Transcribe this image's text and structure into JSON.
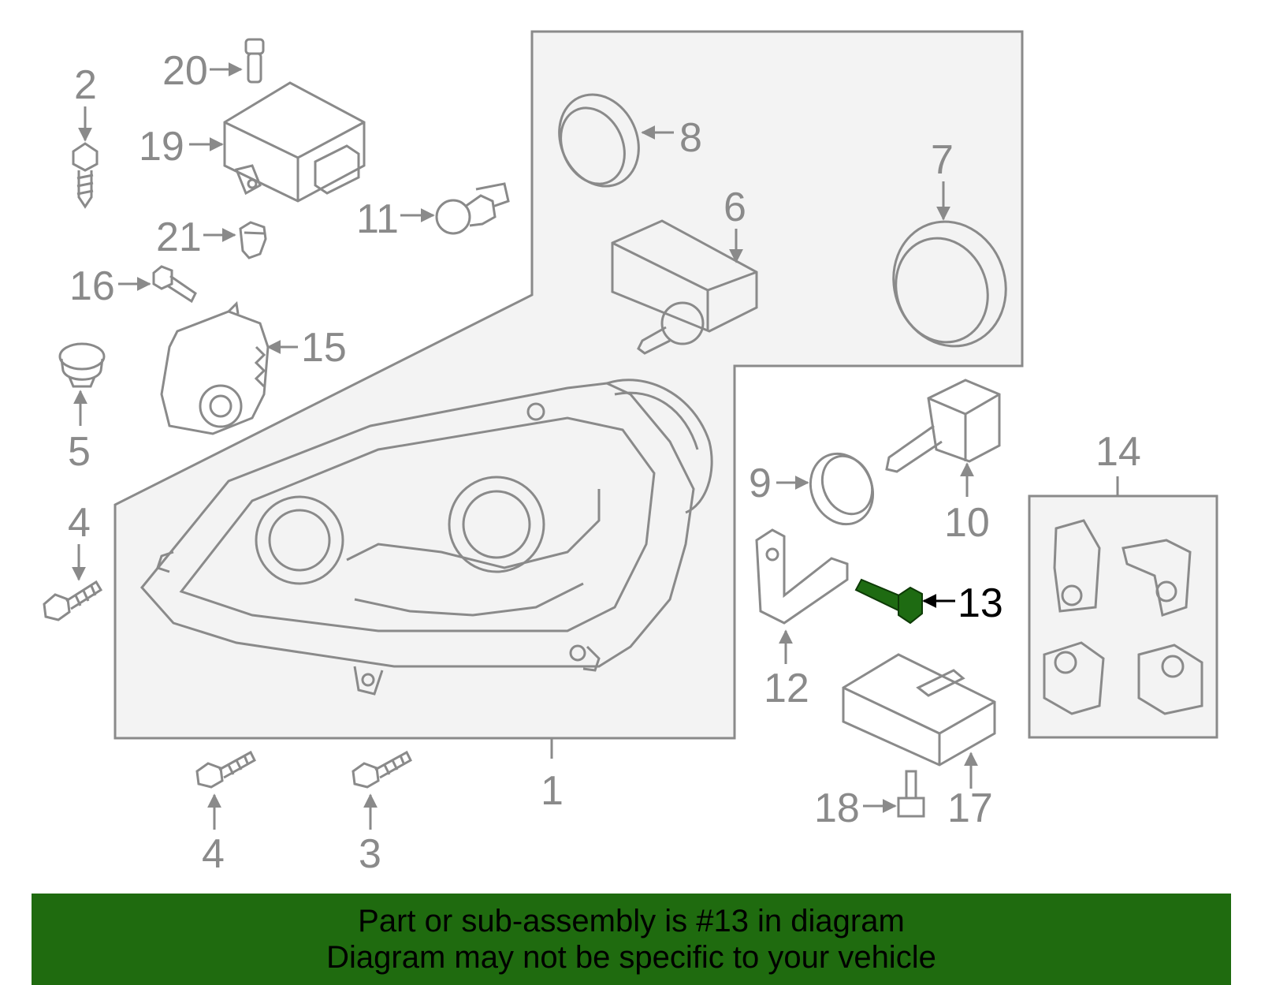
{
  "colors": {
    "line": "#8a8a8a",
    "panel_fill": "#f3f3f3",
    "highlight_part": "#1e6b12",
    "banner_bg": "#1f6b0f",
    "banner_text": "#000000"
  },
  "callouts": {
    "n1": "1",
    "n2": "2",
    "n3": "3",
    "n4a": "4",
    "n4b": "4",
    "n5": "5",
    "n6": "6",
    "n7": "7",
    "n8": "8",
    "n9": "9",
    "n10": "10",
    "n11": "11",
    "n12": "12",
    "n13": "13",
    "n14": "14",
    "n15": "15",
    "n16": "16",
    "n17": "17",
    "n18": "18",
    "n19": "19",
    "n20": "20",
    "n21": "21"
  },
  "banner": {
    "line1": "Part or sub-assembly is #13 in diagram",
    "line2": "Diagram may not be specific to your vehicle"
  }
}
